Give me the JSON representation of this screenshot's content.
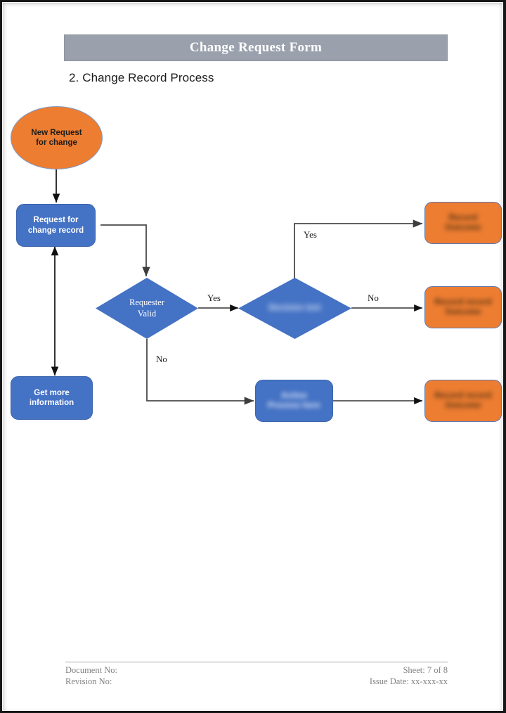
{
  "document": {
    "header_title": "Change Request Form",
    "section_title": "2. Change Record Process"
  },
  "flowchart": {
    "nodes": {
      "start": {
        "label": "New Request\nfor change",
        "shape": "ellipse",
        "color": "#ED7D31"
      },
      "request_record": {
        "label": "Request for\nchange record",
        "shape": "rounded-rect",
        "color": "#4472C4"
      },
      "get_more_info": {
        "label": "Get more\ninformation",
        "shape": "rounded-rect",
        "color": "#4472C4"
      },
      "requester_valid": {
        "label": "Requester\nValid",
        "shape": "diamond",
        "color": "#4472C4"
      },
      "decision_2": {
        "label": "[redacted]",
        "shape": "diamond",
        "color": "#4472C4",
        "redacted": true
      },
      "process_bottom": {
        "label": "[redacted]",
        "shape": "rounded-rect",
        "color": "#4472C4",
        "redacted": true
      },
      "result_top": {
        "label": "[redacted]",
        "shape": "rounded-rect",
        "color": "#ED7D31",
        "redacted": true
      },
      "result_middle": {
        "label": "[redacted]",
        "shape": "rounded-rect",
        "color": "#ED7D31",
        "redacted": true
      },
      "result_bottom": {
        "label": "[redacted]",
        "shape": "rounded-rect",
        "color": "#ED7D31",
        "redacted": true
      }
    },
    "edge_labels": {
      "yes_to_top": "Yes",
      "yes_between_diamonds": "Yes",
      "no_from_first_diamond": "No",
      "no_to_middle_result": "No"
    }
  },
  "footer": {
    "document_no": "Document No:",
    "revision_no": "Revision No:",
    "sheet": "Sheet: 7 of 8",
    "issue_date": "Issue Date: xx-xxx-xx"
  }
}
